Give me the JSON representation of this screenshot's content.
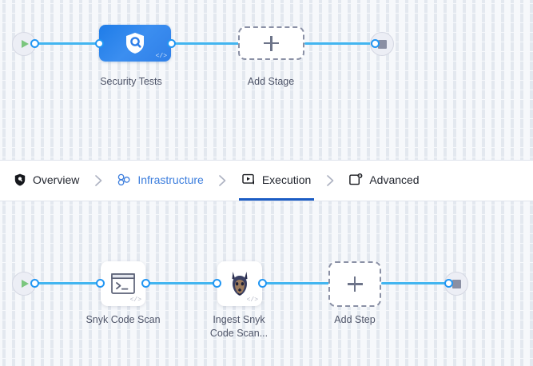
{
  "pipeline_stage_canvas": {
    "start_node": {
      "icon": "play-icon",
      "label": ""
    },
    "end_node": {
      "icon": "stop-icon",
      "label": ""
    },
    "nodes": [
      {
        "id": "security-tests",
        "label": "Security Tests",
        "icon": "shield-search-icon",
        "badge": "</>",
        "type": "stage"
      },
      {
        "id": "add-stage",
        "label": "Add Stage",
        "icon": "plus-icon",
        "type": "add"
      }
    ]
  },
  "tabs": {
    "items": [
      {
        "label": "Overview",
        "icon": "shield-icon",
        "active": false,
        "style": "default"
      },
      {
        "label": "Infrastructure",
        "icon": "infrastructure-cluster-icon",
        "active": false,
        "style": "blue"
      },
      {
        "label": "Execution",
        "icon": "execution-play-box-icon",
        "active": true,
        "style": "default"
      },
      {
        "label": "Advanced",
        "icon": "advanced-gear-card-icon",
        "active": false,
        "style": "default"
      }
    ],
    "separator_icon": "chevron-right-icon"
  },
  "pipeline_step_canvas": {
    "start_node": {
      "icon": "play-icon",
      "label": ""
    },
    "end_node": {
      "icon": "stop-icon",
      "label": ""
    },
    "nodes": [
      {
        "id": "snyk-code-scan",
        "label": "Snyk Code Scan",
        "icon": "terminal-icon",
        "badge": "</>",
        "type": "step"
      },
      {
        "id": "ingest-snyk-code-scan",
        "label": "Ingest Snyk\nCode Scan...",
        "icon": "doberman-dog-icon",
        "badge": "</>",
        "type": "step"
      },
      {
        "id": "add-step",
        "label": "Add Step",
        "icon": "plus-icon",
        "type": "add"
      }
    ]
  },
  "colors": {
    "edge": "#42b5f0",
    "port_ring": "#2196f3",
    "stage_node": "#2f7fe8",
    "active_tab_underline": "#1b5cc4",
    "blue_tab_text": "#3b7ddd",
    "canvas_bg": "#f6f8fb"
  }
}
